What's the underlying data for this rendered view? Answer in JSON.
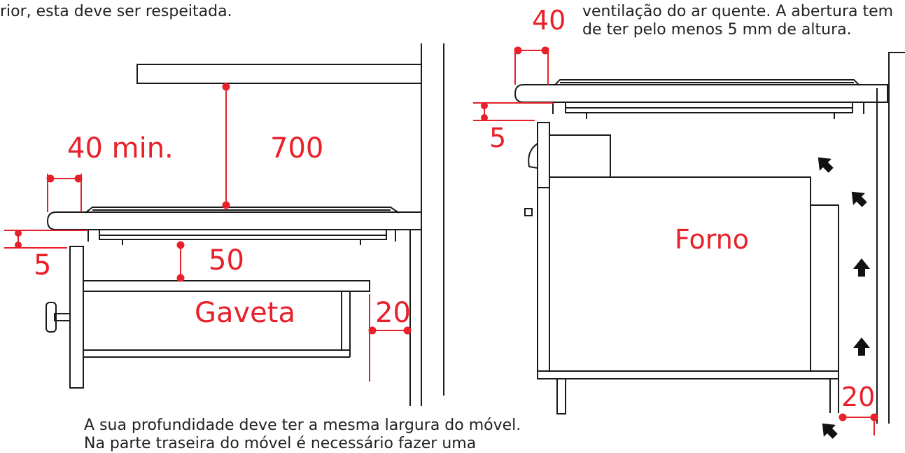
{
  "text": {
    "top_left_fragment": "rior, esta deve ser respeitada.",
    "top_right_line1": "ventilação do ar quente. A abertura tem",
    "top_right_line2": "de ter pelo menos 5 mm de altura.",
    "bottom_left_line1": "A sua profundidade deve ter a mesma largura do móvel.",
    "bottom_left_line2": "Na parte traseira do móvel é necessário fazer uma"
  },
  "left_diagram": {
    "dim_front_gap": "40 min.",
    "dim_hood_height": "700",
    "dim_seal_gap": "5",
    "dim_drawer_gap": "50",
    "dim_rear_gap": "20",
    "drawer_label": "Gaveta"
  },
  "right_diagram": {
    "dim_front_gap": "40",
    "dim_seal_gap": "5",
    "dim_rear_gap": "20",
    "oven_label": "Forno"
  },
  "colors": {
    "dimension": "#e8202a",
    "outline": "#1a1a1a",
    "text": "#222222"
  }
}
